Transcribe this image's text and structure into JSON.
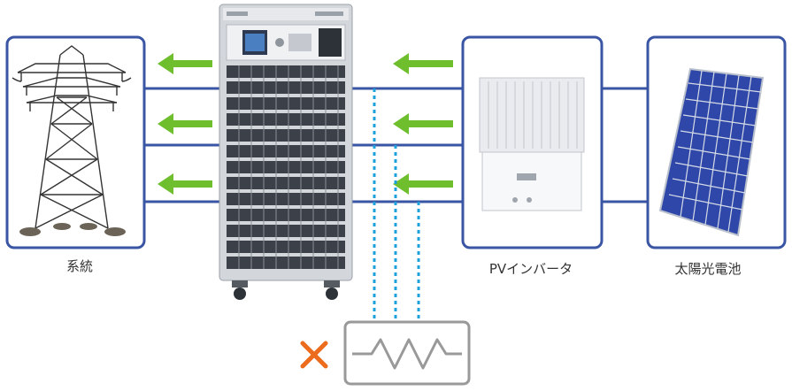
{
  "labels": {
    "grid": "系統",
    "pv_inverter": "PVインバータ",
    "solar_cell": "太陽光電池"
  },
  "colors": {
    "box_border": "#3a55a4",
    "wire": "#3a55a4",
    "flow_arrow": "#6fbe2e",
    "sense_line": "#1ea0dc",
    "reject_mark": "#ec6b1c",
    "load_border": "#999999",
    "panel_cell": "#2e47a8",
    "cabinet": "#c9cdd3"
  },
  "icons": {
    "grid": "transmission-tower-icon",
    "simulator": "grid-simulator-cabinet-icon",
    "inverter": "pv-inverter-icon",
    "solar": "solar-panel-icon",
    "load": "resistor-load-icon",
    "reject": "cross-mark-icon"
  }
}
